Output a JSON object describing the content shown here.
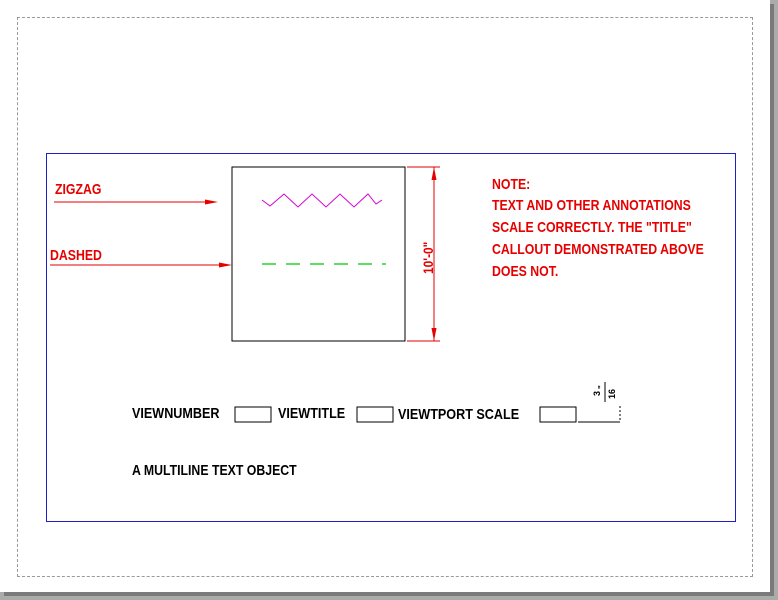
{
  "callouts": {
    "zigzag_label": "ZIGZAG",
    "dashed_label": "DASHED"
  },
  "dimension": {
    "text": "10'-0\""
  },
  "note": {
    "lines": [
      "NOTE:",
      "TEXT AND OTHER ANNOTATIONS",
      "SCALE CORRECTLY. THE \"TITLE\"",
      "CALLOUT DEMONSTRATED ABOVE",
      "DOES NOT."
    ]
  },
  "title_block": {
    "viewnumber_label": "VIEWNUMBER",
    "viewtitle_label": "VIEWTITLE",
    "viewport_scale_label": "VIEWTPORT SCALE",
    "scale_numerator": "3",
    "scale_denominator": "16",
    "scale_unit_mark": "\""
  },
  "mtext": {
    "text": "A MULTILINE TEXT OBJECT"
  },
  "colors": {
    "annotation": "#e60000",
    "zigzag": "#d400d4",
    "dashed": "#00c800",
    "viewport": "#2020c8",
    "linework": "#000000"
  }
}
